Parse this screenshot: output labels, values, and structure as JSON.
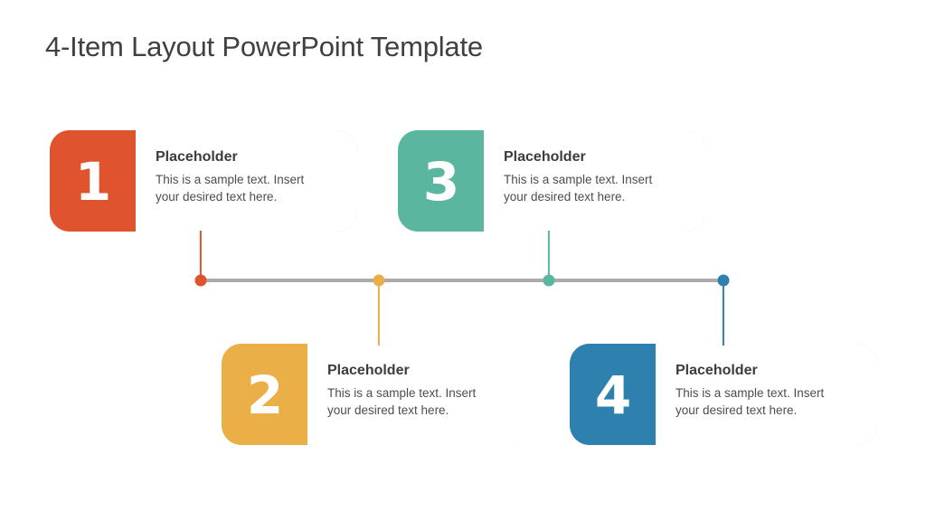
{
  "slide": {
    "title": "4-Item Layout PowerPoint Template",
    "background_color": "#FFFFFF",
    "timeline_line_color": "#ABABAB"
  },
  "items": [
    {
      "number": "1",
      "title": "Placeholder",
      "description": "This is a sample text. Insert your desired text here.",
      "color": "#E0532F",
      "position": "top"
    },
    {
      "number": "2",
      "title": "Placeholder",
      "description": "This is a sample text. Insert your desired text here.",
      "color": "#EBAF48",
      "position": "bottom"
    },
    {
      "number": "3",
      "title": "Placeholder",
      "description": "This is a sample text. Insert your desired text here.",
      "color": "#5BB6A0",
      "position": "top"
    },
    {
      "number": "4",
      "title": "Placeholder",
      "description": "This is a sample text. Insert your desired text here.",
      "color": "#2E81AE",
      "position": "bottom"
    }
  ]
}
